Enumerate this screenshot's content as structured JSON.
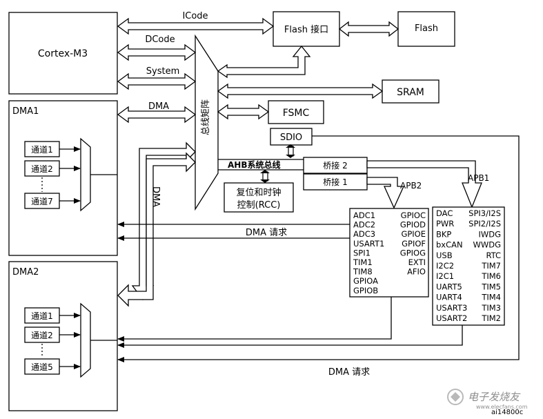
{
  "blocks": {
    "cortex": "Cortex-M3",
    "dma1": "DMA1",
    "dma2": "DMA2",
    "flash_if": "Flash 接口",
    "flash": "Flash",
    "sram": "SRAM",
    "fsmc": "FSMC",
    "sdio": "SDIO",
    "bus_matrix": "总线矩阵",
    "bridge2": "桥接 2",
    "bridge1": "桥接 1",
    "rcc_line1": "复位和时钟",
    "rcc_line2": "控制(RCC)"
  },
  "buses": {
    "icode": "ICode",
    "dcode": "DCode",
    "system": "System",
    "dma": "DMA",
    "ahb": "AHB系统总线",
    "apb2": "APB2",
    "apb1": "APB1",
    "dma_vertical": "DMA",
    "dma_request_1": "DMA 请求",
    "dma_request_2": "DMA 请求"
  },
  "dma1_channels": [
    "通道1",
    "通道2",
    "通道7"
  ],
  "dma2_channels": [
    "通道1",
    "通道2",
    "通道5"
  ],
  "apb2_peripherals_left": [
    "ADC1",
    "ADC2",
    "ADC3",
    "USART1",
    "SPI1",
    "TIM1",
    "TIM8",
    "GPIOA",
    "GPIOB"
  ],
  "apb2_peripherals_right": [
    "GPIOC",
    "GPIOD",
    "GPIOE",
    "GPIOF",
    "GPIOG",
    "EXTI",
    "AFIO"
  ],
  "apb1_peripherals_left": [
    "DAC",
    "PWR",
    "BKP",
    "bxCAN",
    "USB",
    "I2C2",
    "I2C1",
    "UART5",
    "UART4",
    "USART3",
    "USART2"
  ],
  "apb1_peripherals_right": [
    "SPI3/I2S",
    "SPI2/I2S",
    "IWDG",
    "WWDG",
    "RTC",
    "TIM7",
    "TIM6",
    "TIM5",
    "TIM4",
    "TIM3",
    "TIM2"
  ],
  "watermark": {
    "brand": "电子发烧友",
    "site": "www.elecfans.com",
    "code": "ai14800c"
  }
}
